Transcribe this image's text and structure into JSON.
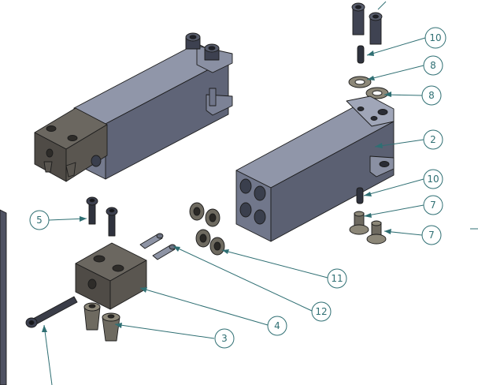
{
  "drawing": {
    "type": "exploded assembly view",
    "callouts": [
      {
        "id": "c10a",
        "label": "10"
      },
      {
        "id": "c8a",
        "label": "8"
      },
      {
        "id": "c8b",
        "label": "8"
      },
      {
        "id": "c2",
        "label": "2"
      },
      {
        "id": "c10b",
        "label": "10"
      },
      {
        "id": "c7a",
        "label": "7"
      },
      {
        "id": "c7b",
        "label": "7"
      },
      {
        "id": "c5",
        "label": "5"
      },
      {
        "id": "c11",
        "label": "11"
      },
      {
        "id": "c12",
        "label": "12"
      },
      {
        "id": "c4",
        "label": "4"
      },
      {
        "id": "c3",
        "label": "3"
      }
    ],
    "colors": {
      "leader": "#2f6f73",
      "steel_top": "#8e94a6",
      "steel_left": "#6f7588",
      "steel_front": "#5b6072",
      "bronze_top": "#6b6760",
      "bronze_front": "#4f4b46",
      "background": "#ffffff"
    }
  }
}
